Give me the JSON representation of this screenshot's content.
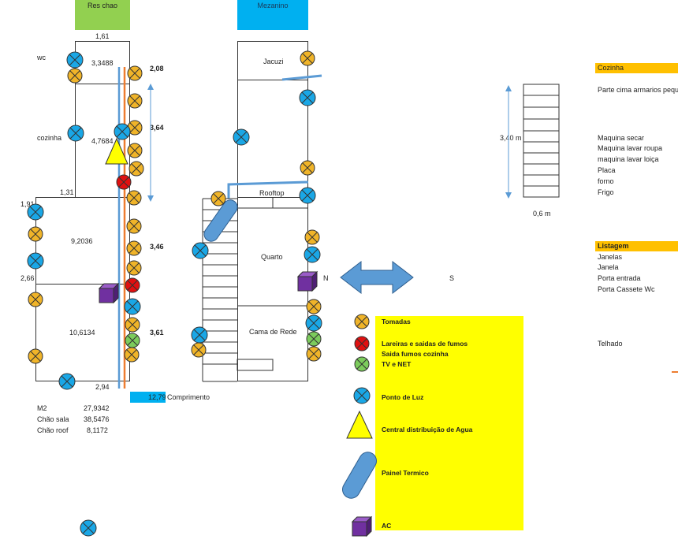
{
  "sheet": {
    "header_res_chao": "Res chao",
    "header_mezanino": "Mezanino",
    "colors": {
      "res_chao_header": "#92d050",
      "mezanino_header": "#00b0f0",
      "legend_bg": "#ffff00",
      "tomada": "#f0b429",
      "luz": "#1aa7e6",
      "lareira": "#e01010",
      "tv": "#7ccc5c",
      "agua": "#ffff00",
      "ac": "#7030a0",
      "painel": "#5b9bd5",
      "list_header": "#ffc000"
    }
  },
  "res_chao": {
    "top_width": "1,61",
    "wc_label": "wc",
    "wc_area": "3,3488",
    "wc_height": "2,08",
    "cozinha_label": "cozinha",
    "cozinha_area": "4,7684",
    "cozinha_height": "3,64",
    "cozinha_width": "1,31",
    "sala_top": "1,91",
    "sala_area1": "9,2036",
    "sala_height1": "3,46",
    "sala_left": "2,66",
    "sala_area2": "10,6134",
    "sala_height2": "3,61",
    "bottom_width": "2,94",
    "length_value": "12,79",
    "length_label": "Comprimento"
  },
  "totals": [
    {
      "label": "M2",
      "value": "27,9342"
    },
    {
      "label": "Chão sala",
      "value": "38,5476"
    },
    {
      "label": "Chão roof",
      "value": "8,1172"
    }
  ],
  "mezanino": {
    "jacuzi": "Jacuzi",
    "rooftop": "Rooftop",
    "quarto": "Quarto",
    "cama": "Cama de Rede",
    "n": "N",
    "s": "S"
  },
  "legend": {
    "tomadas": "Tomadas",
    "lareiras": "Lareiras e saidas de fumos",
    "saida_cozinha": "Saida fumos cozinha",
    "tv": "TV e NET",
    "luz": "Ponto de Luz",
    "agua": "Central distribuição de Agua",
    "painel": "Painel Termico",
    "ac": "AC"
  },
  "cabinet": {
    "height": "3,40 m",
    "width": "0,6 m"
  },
  "cozinha_list": {
    "header": "Cozinha",
    "items": [
      "Parte cima armarios pequ",
      "Maquina secar",
      "Maquina lavar roupa",
      "maquina lavar loiça",
      "Placa",
      "forno",
      "Frigo"
    ]
  },
  "listagem": {
    "header": "Listagem",
    "items": [
      "Janelas",
      "Janela",
      "Porta entrada",
      "Porta Cassete Wc"
    ],
    "telhado": "Telhado"
  }
}
